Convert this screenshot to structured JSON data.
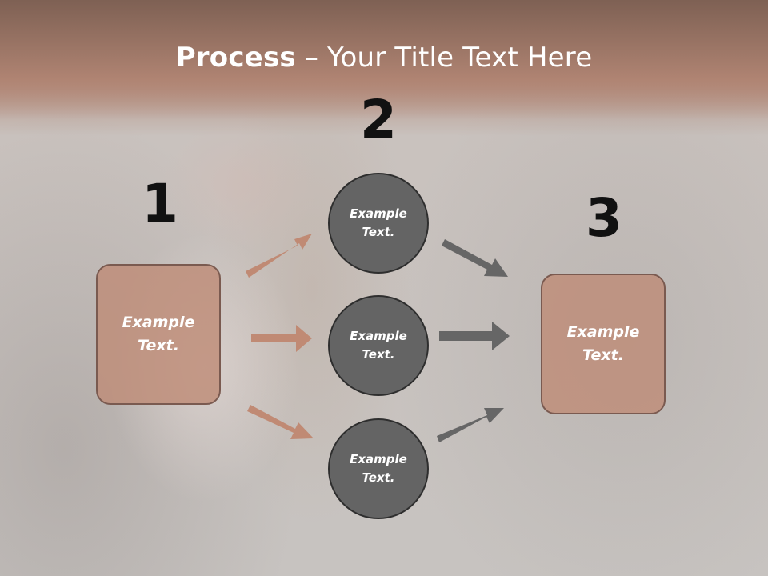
{
  "title": {
    "bold": "Process",
    "rest": " – Your Title Text Here"
  },
  "steps": {
    "one": "1",
    "two": "2",
    "three": "3"
  },
  "left_box": {
    "text": "Example Text."
  },
  "circles": [
    {
      "text": "Example Text."
    },
    {
      "text": "Example Text."
    },
    {
      "text": "Example Text."
    }
  ],
  "right_box": {
    "text": "Example Text."
  },
  "colors": {
    "box_fill": "#bf8c78",
    "box_border": "#7a5a50",
    "circle_fill": "#646464",
    "circle_border": "#2e2e2e",
    "left_arrow": "#c08a74",
    "right_arrow": "#666666"
  }
}
